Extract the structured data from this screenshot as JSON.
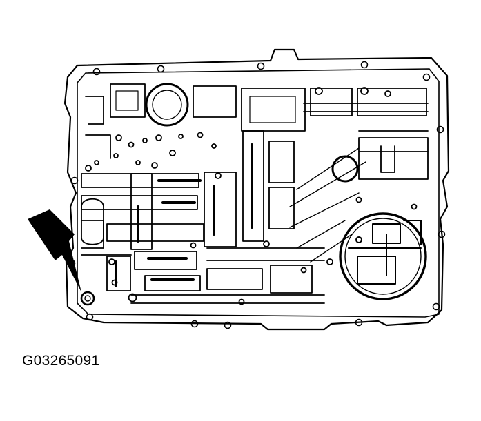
{
  "figure": {
    "caption": "G03265091",
    "subject": "valve-body-illustration",
    "pointer": "arrow-pointer",
    "ink_color": "#000000",
    "paper_color": "#ffffff"
  }
}
